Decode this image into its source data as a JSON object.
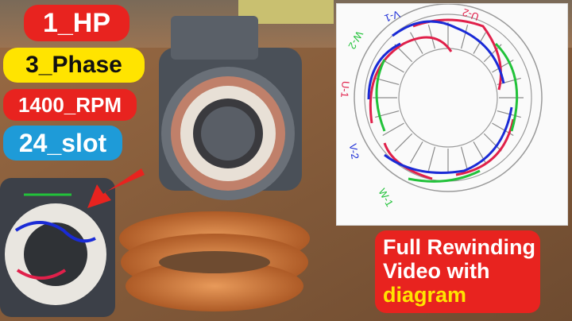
{
  "badges": {
    "hp": "1_HP",
    "phase": "3_Phase",
    "rpm": "1400_RPM",
    "slot": "24_slot"
  },
  "diagram": {
    "labels": {
      "v1": "V-1",
      "u2": "U-2",
      "w2": "W-2",
      "u1": "U-1",
      "v2": "V-2",
      "w1": "W-1"
    }
  },
  "cta": {
    "line1": "Full Rewinding",
    "line2": "Video with",
    "line3": "diagram"
  },
  "colors": {
    "red": "#e8231f",
    "yellow": "#ffe400",
    "blue": "#1e9bd8",
    "wire_blue": "#1a2bd6",
    "wire_red": "#e0204a",
    "wire_green": "#22c23a",
    "copper": "#c86a2a"
  }
}
